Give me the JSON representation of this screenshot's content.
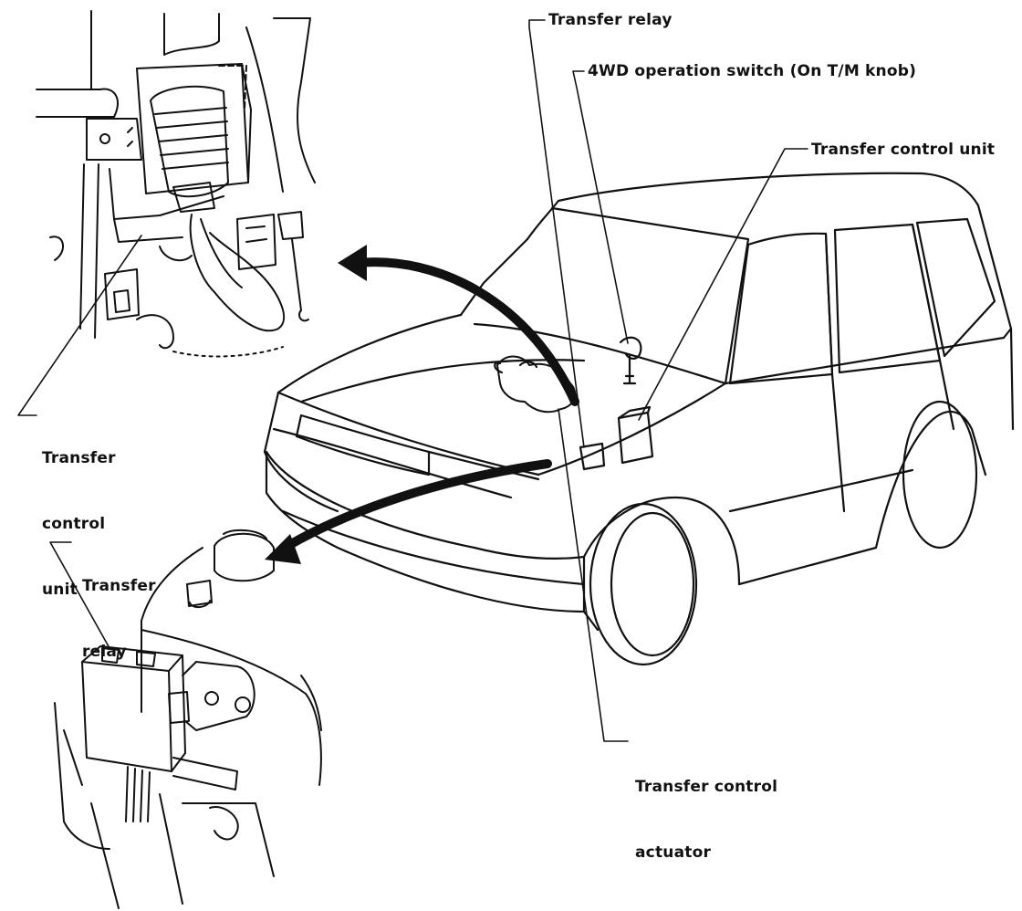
{
  "labels": {
    "transfer_relay_top": "Transfer relay",
    "operation_switch": "4WD operation switch (On T/M knob)",
    "control_unit_right": "Transfer control unit",
    "control_unit_left": [
      "Transfer",
      "control",
      "unit"
    ],
    "relay_left": [
      "Transfer",
      "relay"
    ],
    "actuator": [
      "Transfer control",
      "actuator"
    ]
  }
}
